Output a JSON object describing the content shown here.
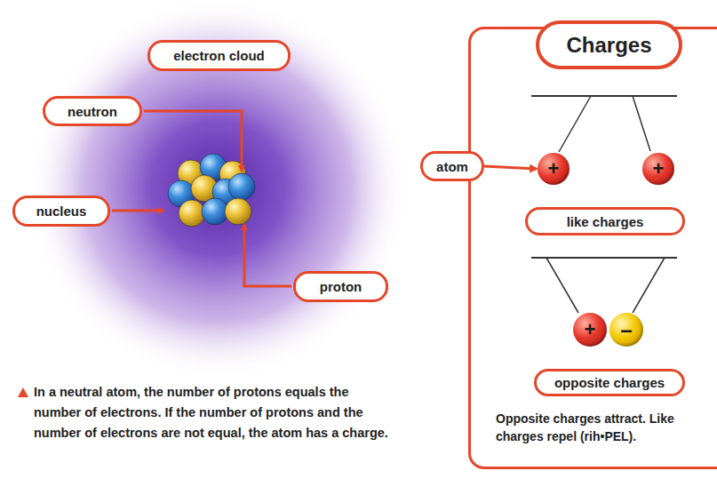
{
  "diagram": {
    "caption": "In a neutral atom, the number of protons equals the number of electrons. If the number of protons and the number of electrons are not equal, the atom has a charge.",
    "nodes": [
      {
        "text": [
          "electron cloud"
        ]
      },
      {
        "text": [
          "neutron"
        ]
      },
      {
        "text": [
          "nucleus"
        ]
      },
      {
        "text": [
          "proton"
        ]
      },
      {
        "text": [
          "Charges",
          "Opposite charges attract. Like charges repel (rih•PEL)."
        ]
      },
      {
        "text": [
          "atom"
        ]
      },
      {
        "text": [
          "+"
        ],
        "in": 4
      },
      {
        "text": [
          "+"
        ],
        "in": 4
      },
      {
        "text": [
          "like charges"
        ],
        "in": 4
      },
      {
        "text": [
          "+"
        ],
        "in": 4
      },
      {
        "text": [
          "–"
        ],
        "in": 4
      },
      {
        "text": [
          "opposite charges"
        ],
        "in": 4
      }
    ],
    "edges": [
      {
        "from": 5,
        "to": 6,
        "arrow": "to"
      }
    ]
  }
}
